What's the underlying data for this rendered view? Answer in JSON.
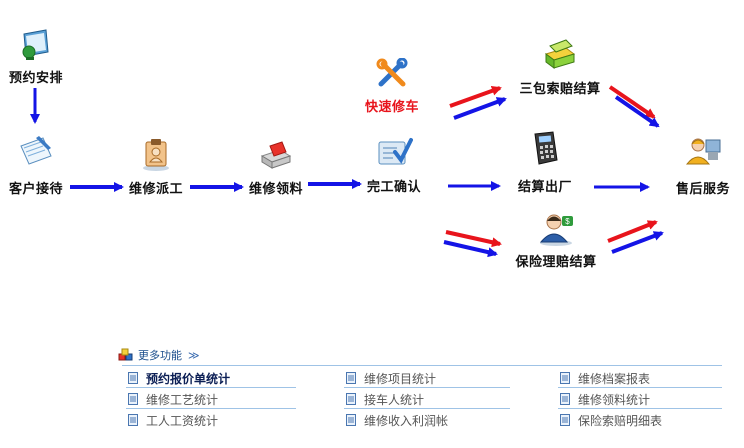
{
  "workflow": {
    "booking": "预约安排",
    "reception": "客户接待",
    "dispatch": "维修派工",
    "parts": "维修领料",
    "quick_repair": "快速修车",
    "complete": "完工确认",
    "warranty": "三包索赔结算",
    "settlement": "结算出厂",
    "insurance": "保险理赔结算",
    "aftersales": "售后服务"
  },
  "more": {
    "title": "更多功能",
    "chevrons": "≫",
    "links": [
      "预约报价单统计",
      "维修项目统计",
      "维修档案报表",
      "维修工艺统计",
      "接车人统计",
      "维修领料统计",
      "工人工资统计",
      "维修收入利润帐",
      "保险索赔明细表"
    ]
  },
  "colors": {
    "blue_arrow": "#1414e6",
    "red_arrow": "#e8141c",
    "quick_repair_label": "#e8141c",
    "link_line": "#9fc3e6"
  }
}
